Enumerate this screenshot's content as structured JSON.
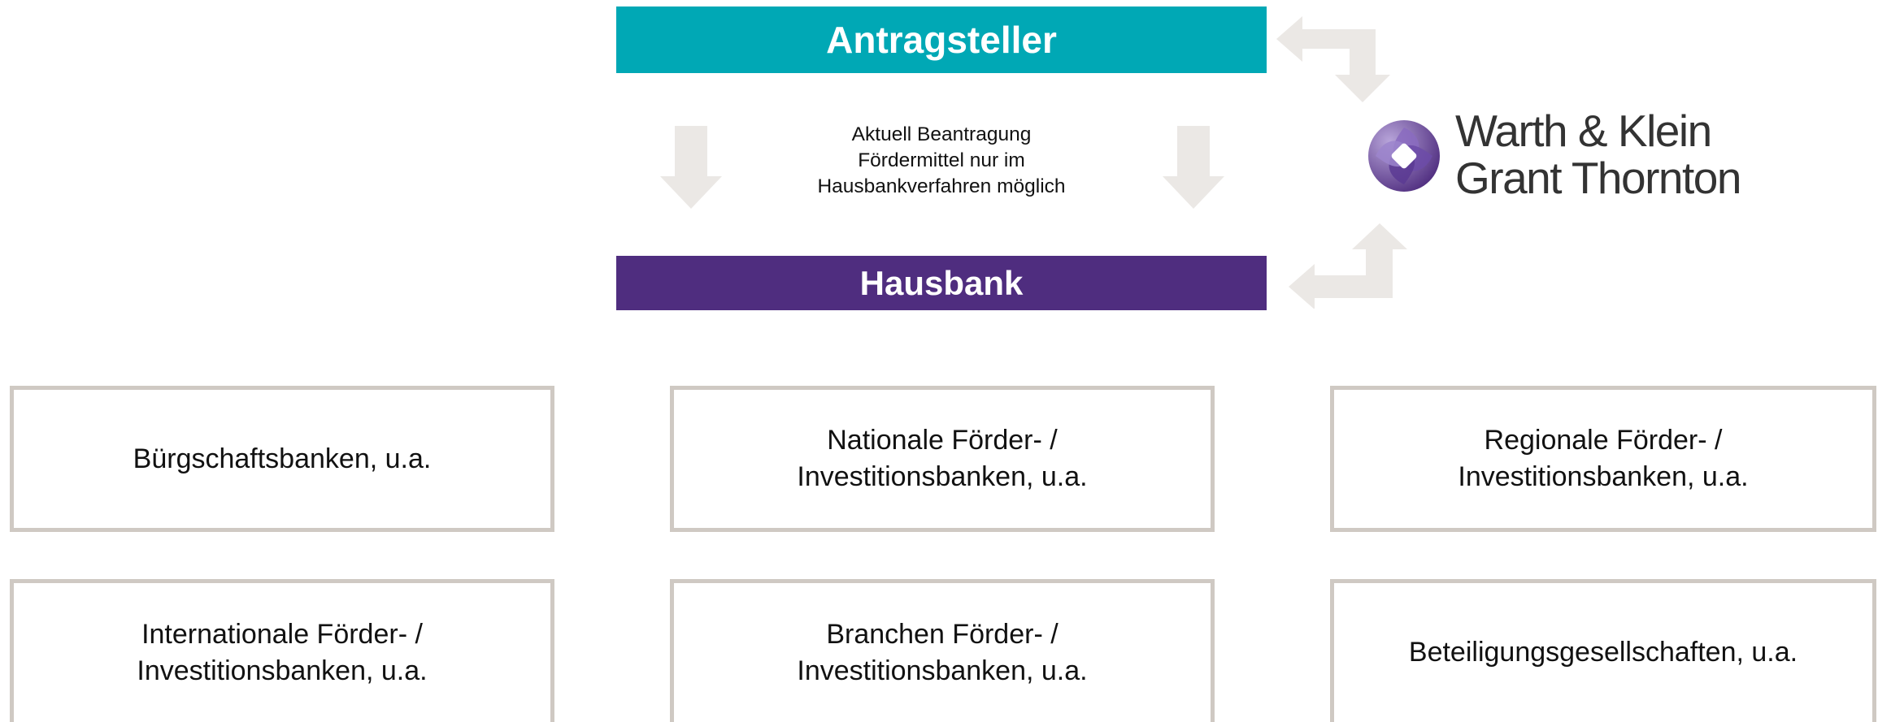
{
  "top_bar": {
    "label": "Antragsteller",
    "color": "#00a8b5"
  },
  "bottom_bar": {
    "label": "Hausbank",
    "color": "#4f2d7f"
  },
  "note": {
    "lines": [
      "Aktuell Beantragung",
      "Fördermittel nur im",
      "Hausbankverfahren möglich"
    ]
  },
  "logo": {
    "line1": "Warth & Klein",
    "line2": "Grant Thornton",
    "mark_colors": [
      "#4f2d7f",
      "#8a6bbf",
      "#b8a5da"
    ]
  },
  "arrow_color": "#ebe8e5",
  "boxes": [
    {
      "lines": [
        "Bürgschaftsbanken, u.a."
      ]
    },
    {
      "lines": [
        "Nationale Förder- /",
        "Investitionsbanken, u.a."
      ]
    },
    {
      "lines": [
        "Regionale Förder- /",
        "Investitionsbanken, u.a."
      ]
    },
    {
      "lines": [
        "Internationale Förder- /",
        "Investitionsbanken, u.a."
      ]
    },
    {
      "lines": [
        "Branchen Förder- /",
        "Investitionsbanken, u.a."
      ]
    },
    {
      "lines": [
        "Beteiligungsgesellschaften, u.a."
      ]
    }
  ]
}
